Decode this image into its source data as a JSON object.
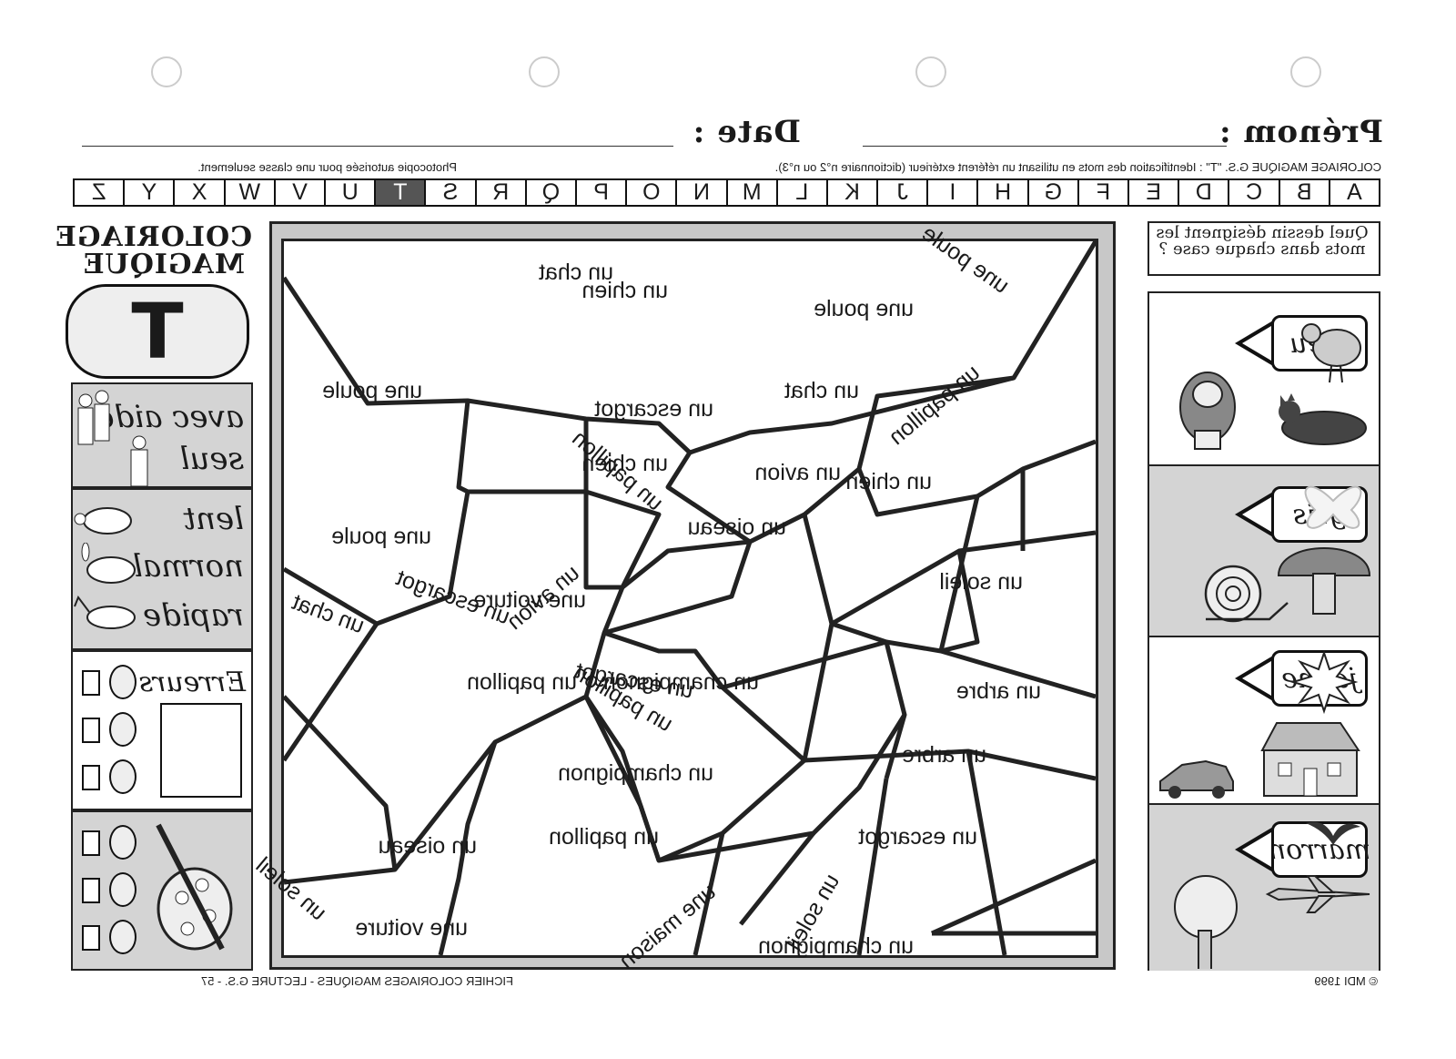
{
  "header": {
    "prenom_label": "Prénom :",
    "date_label": "Date :",
    "subtitle": "COLORIAGE MAGIQUE G.S. \"T\" : Identification des mots en utilisant un référent extérieur (dictionnaire n°2 ou n°3).",
    "copyright_note": "Photocopie autorisée pour une classe seulement."
  },
  "alphabet": [
    "A",
    "B",
    "C",
    "D",
    "E",
    "F",
    "G",
    "H",
    "I",
    "J",
    "K",
    "L",
    "M",
    "N",
    "O",
    "P",
    "Q",
    "R",
    "S",
    "T",
    "U",
    "V",
    "W",
    "X",
    "Y",
    "Z"
  ],
  "highlighted_letter": "T",
  "left_panel": {
    "title_line1": "COLORIAGE",
    "title_line2": "MAGIQUE",
    "big_letter": "T",
    "help_options": [
      "avec aide",
      "seul"
    ],
    "speed_options": [
      "lent",
      "normal",
      "rapide"
    ],
    "errors_label": "Erreurs"
  },
  "right_panel": {
    "question": "Quel dessin désignent les mots dans chaque case ?",
    "colors": [
      {
        "name": "bleu",
        "pictures": [
          "chicken-icon",
          "dog-icon",
          "cat-icon"
        ]
      },
      {
        "name": "gris",
        "pictures": [
          "butterfly-icon",
          "snail-icon",
          "mushroom-icon"
        ]
      },
      {
        "name": "jaune",
        "pictures": [
          "sun-icon",
          "house-icon",
          "car-icon"
        ]
      },
      {
        "name": "marron",
        "pictures": [
          "bird-icon",
          "tree-icon",
          "plane-icon"
        ]
      }
    ]
  },
  "grid_words": [
    "une poule",
    "un chien",
    "un chat",
    "une poule",
    "un papillon",
    "une poule",
    "un escargot",
    "un chat",
    "un chien",
    "un avion",
    "un chien",
    "une poule",
    "un oiseau",
    "un papillon",
    "un avion",
    "un soleil",
    "un chat",
    "un escargot",
    "une voiture",
    "un champignon",
    "un escargot",
    "un papillon",
    "un arbre",
    "un arbre",
    "un papillon",
    "un champignon",
    "un oiseau",
    "une maison",
    "un soleil",
    "un papillon",
    "un escargot",
    "un soleil",
    "une voiture",
    "un champignon"
  ],
  "footer": {
    "left": "© MDI 1999",
    "right": "FICHIER COLORIAGES MAGIQUES - LECTURE G.S. - 57"
  }
}
